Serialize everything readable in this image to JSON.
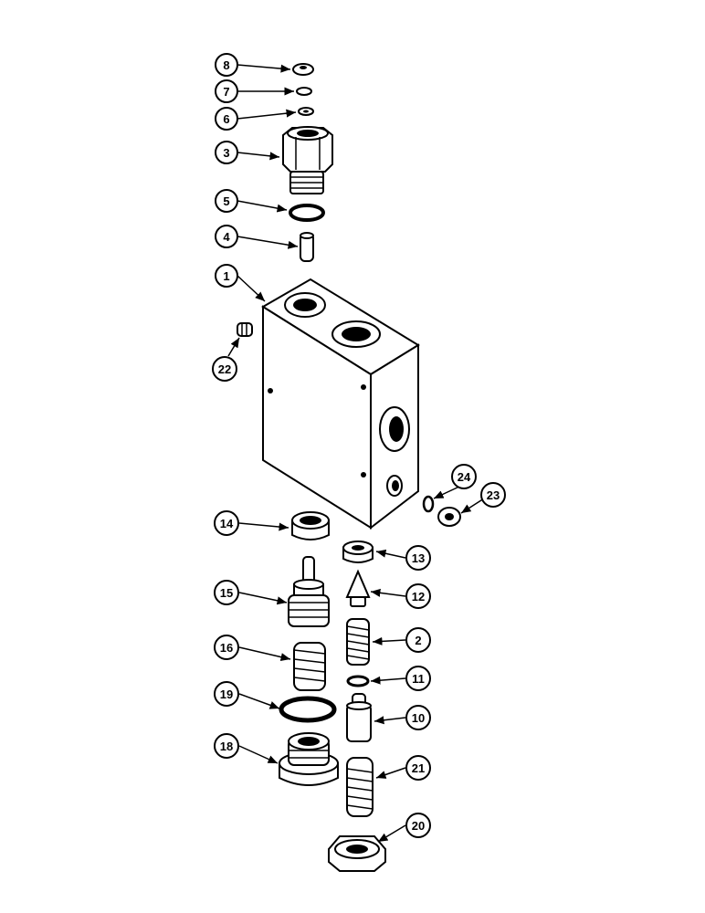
{
  "callouts": {
    "c1": "1",
    "c2": "2",
    "c3": "3",
    "c4": "4",
    "c5": "5",
    "c6": "6",
    "c7": "7",
    "c8": "8",
    "c10": "10",
    "c11": "11",
    "c12": "12",
    "c13": "13",
    "c14": "14",
    "c15": "15",
    "c16": "16",
    "c18": "18",
    "c19": "19",
    "c20": "20",
    "c21": "21",
    "c22": "22",
    "c23": "23",
    "c24": "24"
  }
}
